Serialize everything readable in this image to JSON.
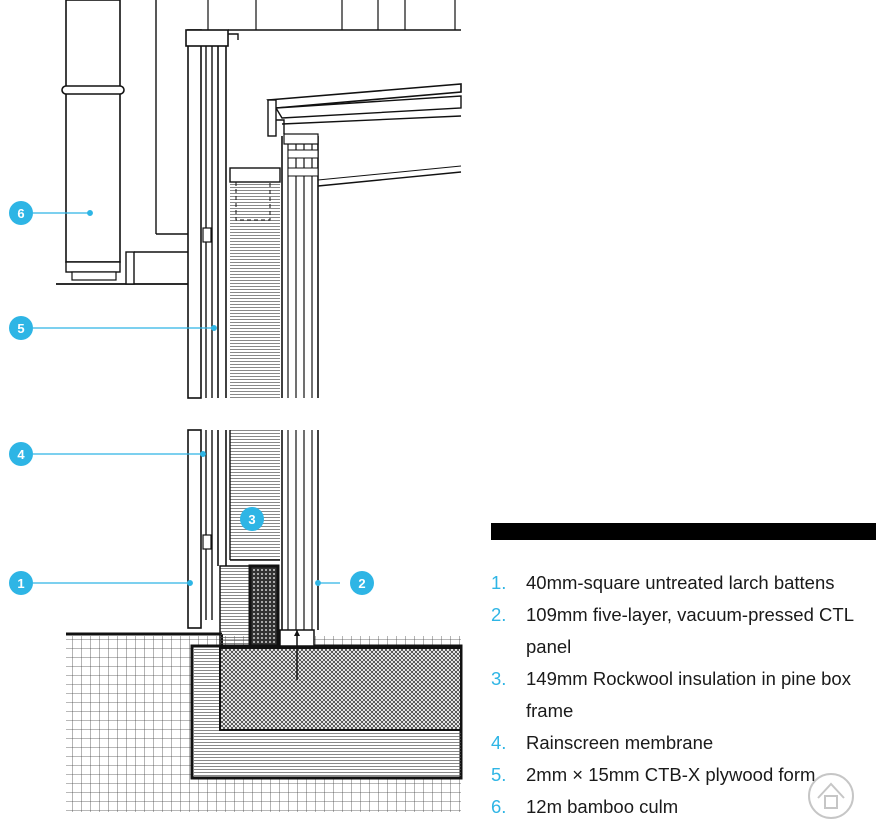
{
  "legend": [
    {
      "number": "1.",
      "text": "40mm-square untreated larch battens"
    },
    {
      "number": "2.",
      "text": "109mm five-layer, vacuum-pressed CTL panel"
    },
    {
      "number": "3.",
      "text": "149mm Rockwool insulation in pine box frame"
    },
    {
      "number": "4.",
      "text": "Rainscreen membrane"
    },
    {
      "number": "5.",
      "text": "2mm × 15mm CTB-X plywood form"
    },
    {
      "number": "6.",
      "text": "12m bamboo culm"
    }
  ],
  "callouts": {
    "c1": "1",
    "c2": "2",
    "c3": "3",
    "c4": "4",
    "c5": "5",
    "c6": "6"
  },
  "colors": {
    "accent": "#2eb5e5",
    "line": "#111111",
    "bar": "#000000"
  }
}
